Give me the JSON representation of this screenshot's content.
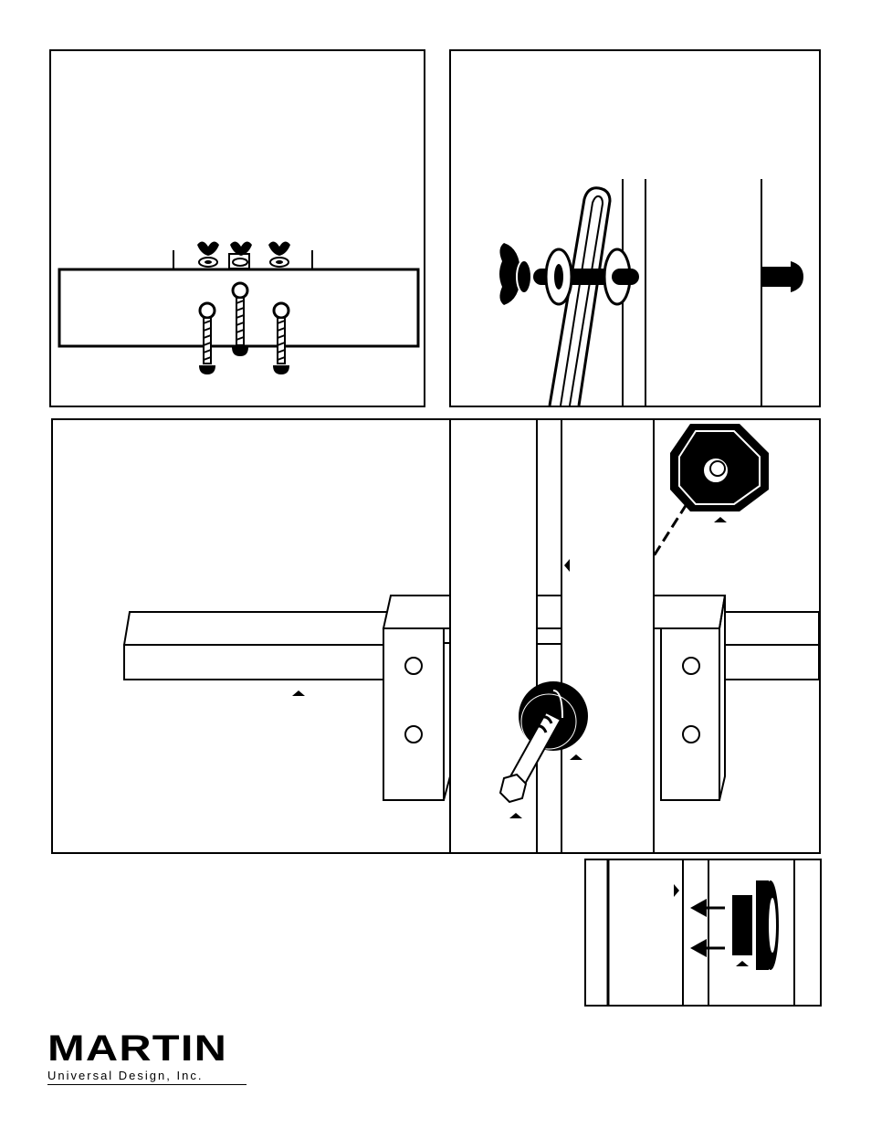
{
  "brand": {
    "name": "MARTIN",
    "tagline": "Universal Design, Inc."
  },
  "figures": {
    "fig_a": {
      "description_name": "wing-nut-clamp-assembly"
    },
    "fig_b": {
      "description_name": "wing-nut-bolt-side-view"
    },
    "fig_c": {
      "description_name": "bracket-bolt-installation"
    },
    "fig_d": {
      "description_name": "bolt-insertion-detail"
    }
  },
  "colors": {
    "ink": "#000000",
    "paper": "#ffffff"
  }
}
